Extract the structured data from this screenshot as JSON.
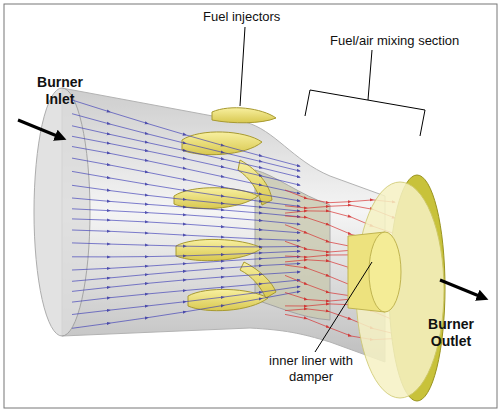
{
  "diagram": {
    "labels": [
      "Fuel injectors",
      "Fuel/air mixing section",
      "Burner Inlet",
      "Burner Outlet",
      "inner liner with damper"
    ]
  }
}
